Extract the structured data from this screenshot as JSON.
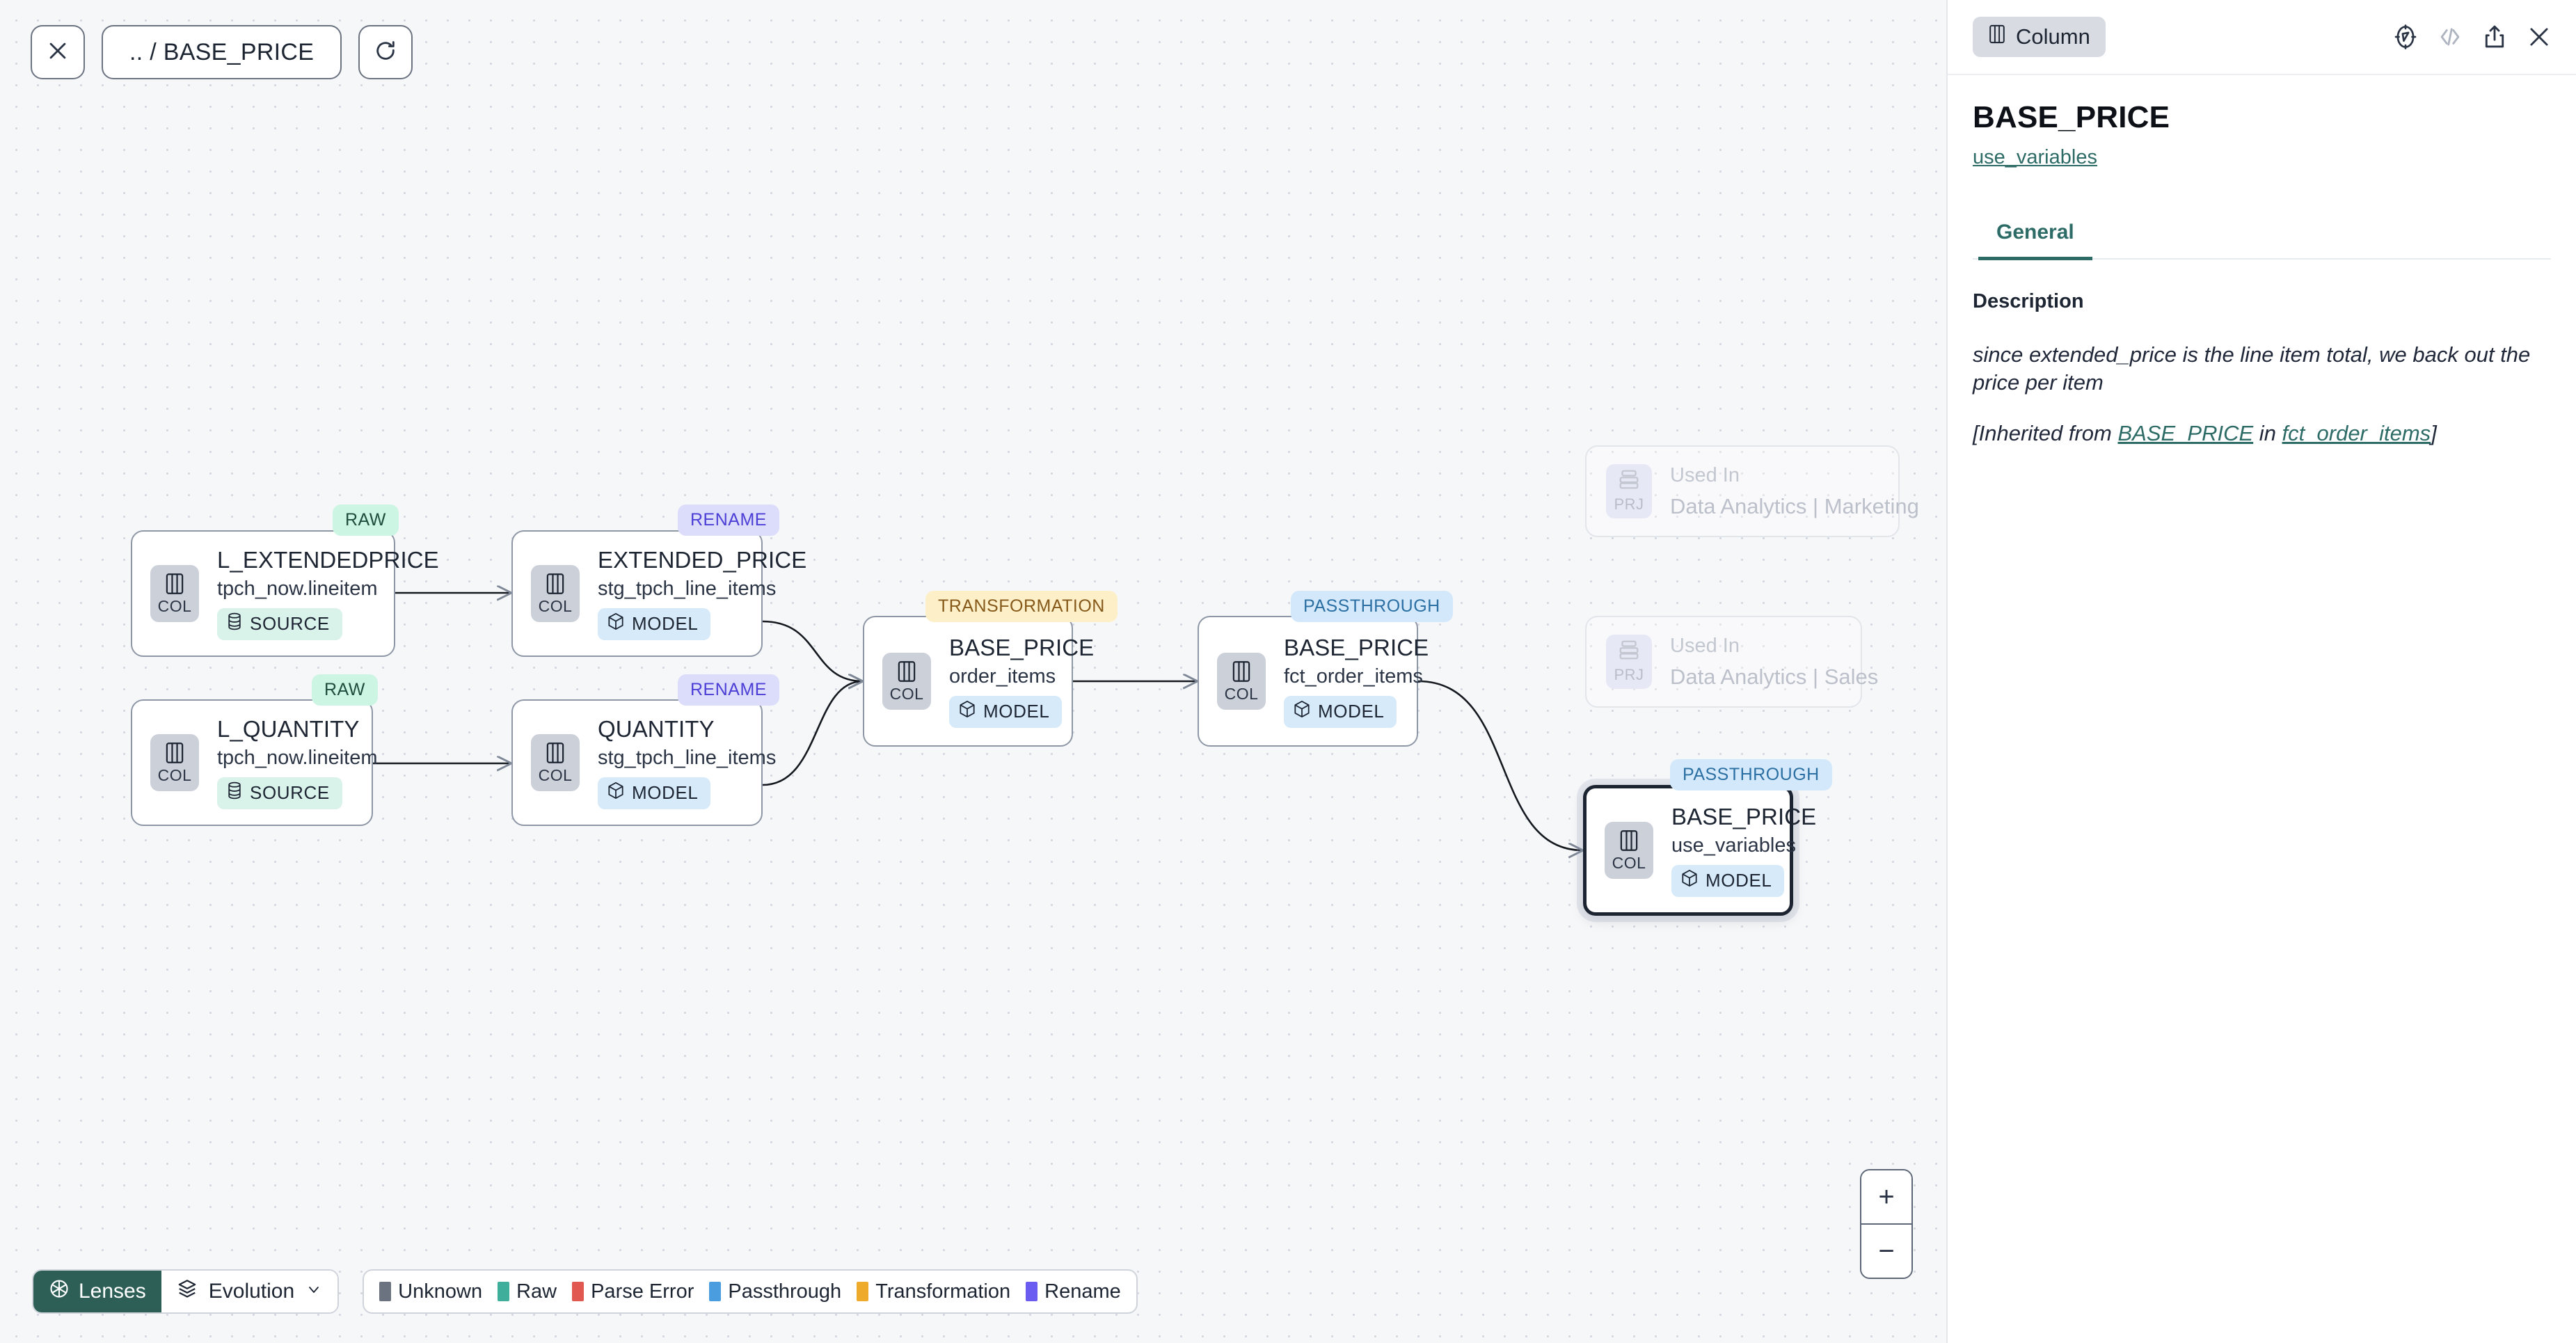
{
  "canvas": {
    "toolbar": {
      "close_label": "close-icon",
      "breadcrumb": ".. / BASE_PRICE",
      "refresh_label": "refresh-icon"
    },
    "nodes": [
      {
        "id": "l_extendedprice",
        "badge": "RAW",
        "badge_kind": "raw",
        "icon_tag": "COL",
        "title": "L_EXTENDEDPRICE",
        "subtitle": "tpch_now.lineitem",
        "chip": "SOURCE",
        "chip_kind": "source",
        "selected": false
      },
      {
        "id": "l_quantity",
        "badge": "RAW",
        "badge_kind": "raw",
        "icon_tag": "COL",
        "title": "L_QUANTITY",
        "subtitle": "tpch_now.lineitem",
        "chip": "SOURCE",
        "chip_kind": "source",
        "selected": false
      },
      {
        "id": "extended_price",
        "badge": "RENAME",
        "badge_kind": "rename",
        "icon_tag": "COL",
        "title": "EXTENDED_PRICE",
        "subtitle": "stg_tpch_line_items",
        "chip": "MODEL",
        "chip_kind": "model",
        "selected": false
      },
      {
        "id": "quantity",
        "badge": "RENAME",
        "badge_kind": "rename",
        "icon_tag": "COL",
        "title": "QUANTITY",
        "subtitle": "stg_tpch_line_items",
        "chip": "MODEL",
        "chip_kind": "model",
        "selected": false
      },
      {
        "id": "base_price_order_items",
        "badge": "TRANSFORMATION",
        "badge_kind": "transformation",
        "icon_tag": "COL",
        "title": "BASE_PRICE",
        "subtitle": "order_items",
        "chip": "MODEL",
        "chip_kind": "model",
        "selected": false
      },
      {
        "id": "base_price_fct_order_items",
        "badge": "PASSTHROUGH",
        "badge_kind": "passthrough",
        "icon_tag": "COL",
        "title": "BASE_PRICE",
        "subtitle": "fct_order_items",
        "chip": "MODEL",
        "chip_kind": "model",
        "selected": false
      },
      {
        "id": "base_price_use_variables",
        "badge": "PASSTHROUGH",
        "badge_kind": "passthrough",
        "icon_tag": "COL",
        "title": "BASE_PRICE",
        "subtitle": "use_variables",
        "chip": "MODEL",
        "chip_kind": "model",
        "selected": true
      }
    ],
    "ghost_nodes": [
      {
        "id": "used-in-marketing",
        "icon_tag": "PRJ",
        "label": "Used In",
        "title": "Data Analytics | Marketing"
      },
      {
        "id": "used-in-sales",
        "icon_tag": "PRJ",
        "label": "Used In",
        "title": "Data Analytics | Sales"
      }
    ],
    "bottom_bar": {
      "lenses_label": "Lenses",
      "evolution_label": "Evolution",
      "legend": [
        {
          "label": "Unknown",
          "color": "#6b7280"
        },
        {
          "label": "Raw",
          "color": "#3fae9b"
        },
        {
          "label": "Parse Error",
          "color": "#e0584f"
        },
        {
          "label": "Passthrough",
          "color": "#4a9ee0"
        },
        {
          "label": "Transformation",
          "color": "#eeab2b"
        },
        {
          "label": "Rename",
          "color": "#6a5cf0"
        }
      ]
    },
    "zoom_controls": {
      "zoom_in": "+",
      "zoom_out": "−"
    }
  },
  "panel": {
    "kind_chip": "Column",
    "header_icons": [
      "compass-icon",
      "code-icon",
      "share-icon",
      "close-icon"
    ],
    "title": "BASE_PRICE",
    "model_link": "use_variables",
    "tabs": [
      {
        "label": "General",
        "active": true
      }
    ],
    "description_label": "Description",
    "description_text": "since extended_price is the line item total, we back out the price per item",
    "inherited_prefix": "[Inherited from ",
    "inherited_column": "BASE_PRICE",
    "inherited_middle": " in ",
    "inherited_model": "fct_order_items",
    "inherited_suffix": "]"
  },
  "colors": {
    "accent_teal": "#2d6b66",
    "lenses_bg": "#2d5f57",
    "canvas_bg": "#f6f7f9"
  }
}
